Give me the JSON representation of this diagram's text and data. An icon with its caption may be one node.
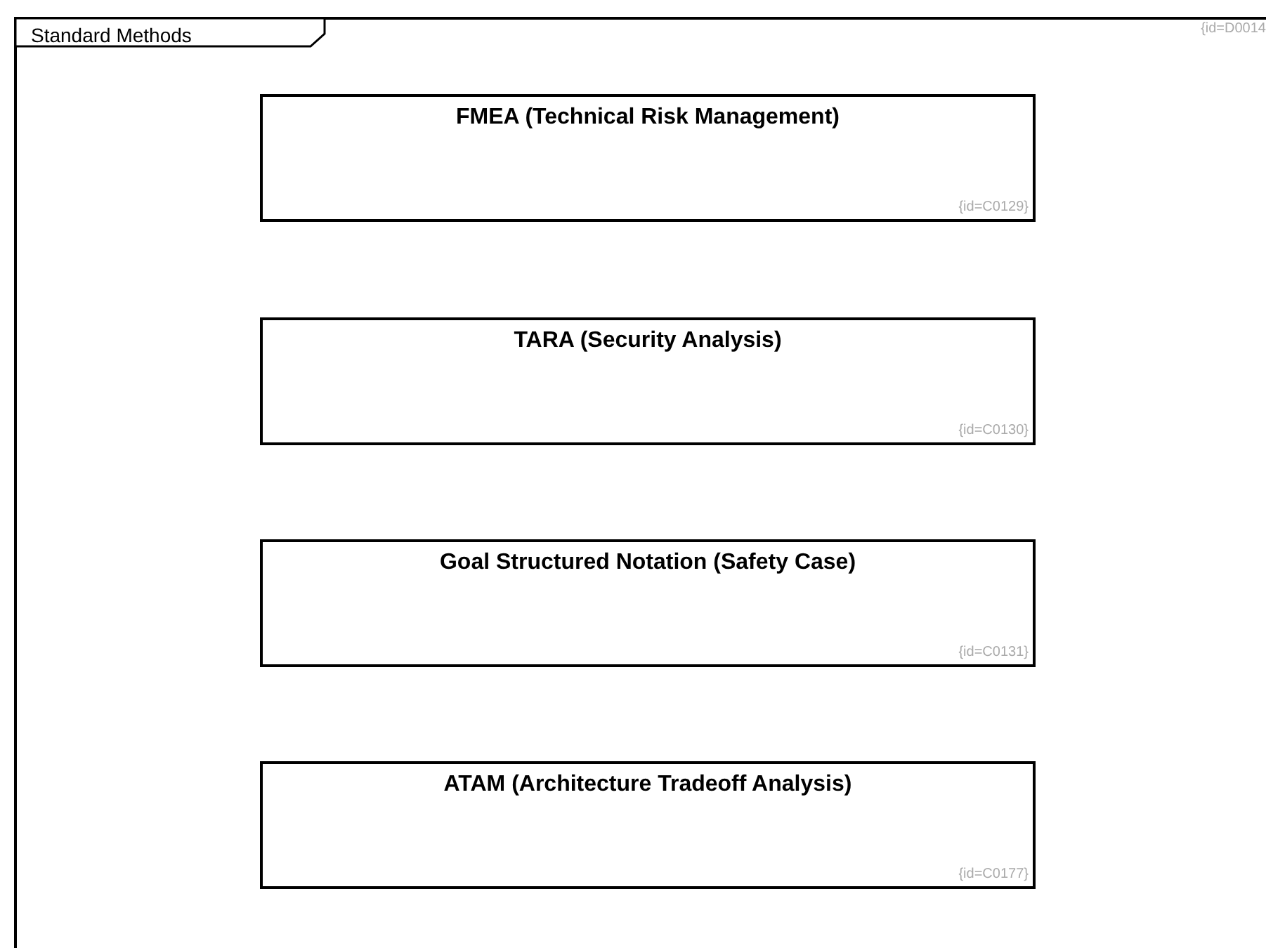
{
  "diagram": {
    "nodes": [
      {
        "text": [
          "Standard Methods",
          "{id=D0014"
        ]
      },
      {
        "text": [
          "FMEA (Technical Risk Management)",
          "{id=C0129}"
        ],
        "in": 0
      },
      {
        "text": [
          "TARA (Security Analysis)",
          "{id=C0130}"
        ],
        "in": 0
      },
      {
        "text": [
          "Goal Structured Notation (Safety Case)",
          "{id=C0131}"
        ],
        "in": 0
      },
      {
        "text": [
          "ATAM (Architecture Tradeoff Analysis)",
          "{id=C0177}"
        ],
        "in": 0
      }
    ]
  }
}
